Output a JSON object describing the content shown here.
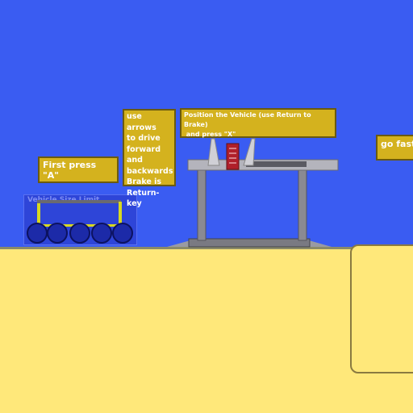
{
  "signs": {
    "first_press": "First press \"A\"",
    "controls": [
      "use arrows",
      "to drive",
      "forward",
      "and",
      "backwards",
      "Brake is",
      "Return-key"
    ],
    "position_line1": "Position the Vehicle (use Return to Brake)",
    "position_line2": " and press \"X\"",
    "go_fast": "go fast"
  },
  "size_limit": {
    "label": "Vehicle Size Limit"
  },
  "colors": {
    "sky": "#3a5cf2",
    "ground": "#ffe87a",
    "sign": "#d4b21e",
    "size_limit_box": "#2e45d8",
    "brake_block": "#b0202a"
  }
}
